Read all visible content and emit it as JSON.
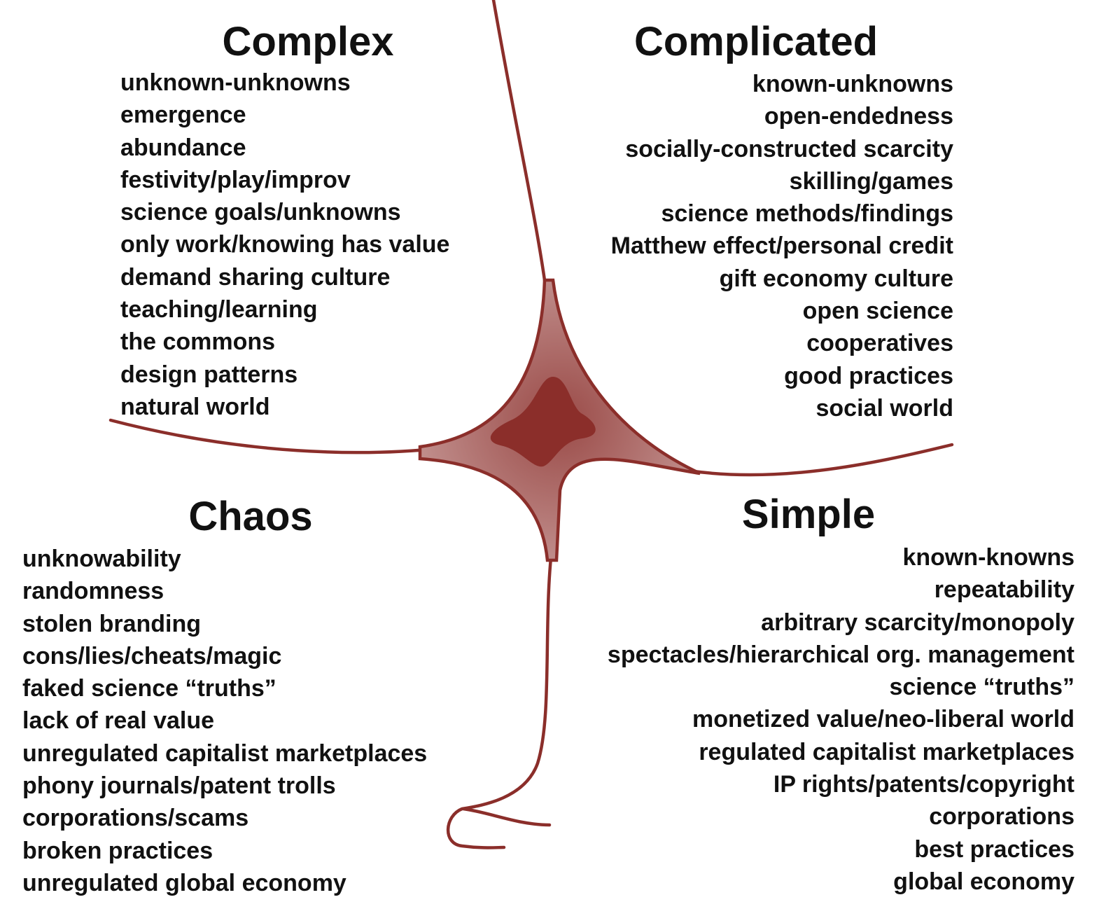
{
  "colors": {
    "line": "#8b2e2a",
    "fill": "#b77878",
    "core": "#8b2e2a",
    "text": "#111111"
  },
  "quadrants": {
    "complex": {
      "title": "Complex",
      "items": [
        "unknown-unknowns",
        "emergence",
        "abundance",
        "festivity/play/improv",
        "science goals/unknowns",
        "only work/knowing has value",
        "demand sharing culture",
        "teaching/learning",
        "the commons",
        "design patterns",
        "natural world"
      ]
    },
    "complicated": {
      "title": "Complicated",
      "items": [
        "known-unknowns",
        "open-endedness",
        "socially-constructed scarcity",
        "skilling/games",
        "science methods/findings",
        "Matthew effect/personal credit",
        "gift economy culture",
        "open science",
        "cooperatives",
        "good practices",
        "social world"
      ]
    },
    "chaos": {
      "title": "Chaos",
      "items": [
        "unknowability",
        "randomness",
        "stolen branding",
        "cons/lies/cheats/magic",
        "faked science “truths”",
        "lack of real value",
        "unregulated capitalist marketplaces",
        "phony journals/patent trolls",
        "corporations/scams",
        "broken practices",
        "unregulated global economy"
      ]
    },
    "simple": {
      "title": "Simple",
      "items": [
        "known-knowns",
        "repeatability",
        "arbitrary scarcity/monopoly",
        "spectacles/hierarchical org. management",
        "science “truths”",
        "monetized value/neo-liberal world",
        "regulated capitalist marketplaces",
        "IP rights/patents/copyright",
        "corporations",
        "best practices",
        "global economy"
      ]
    }
  }
}
